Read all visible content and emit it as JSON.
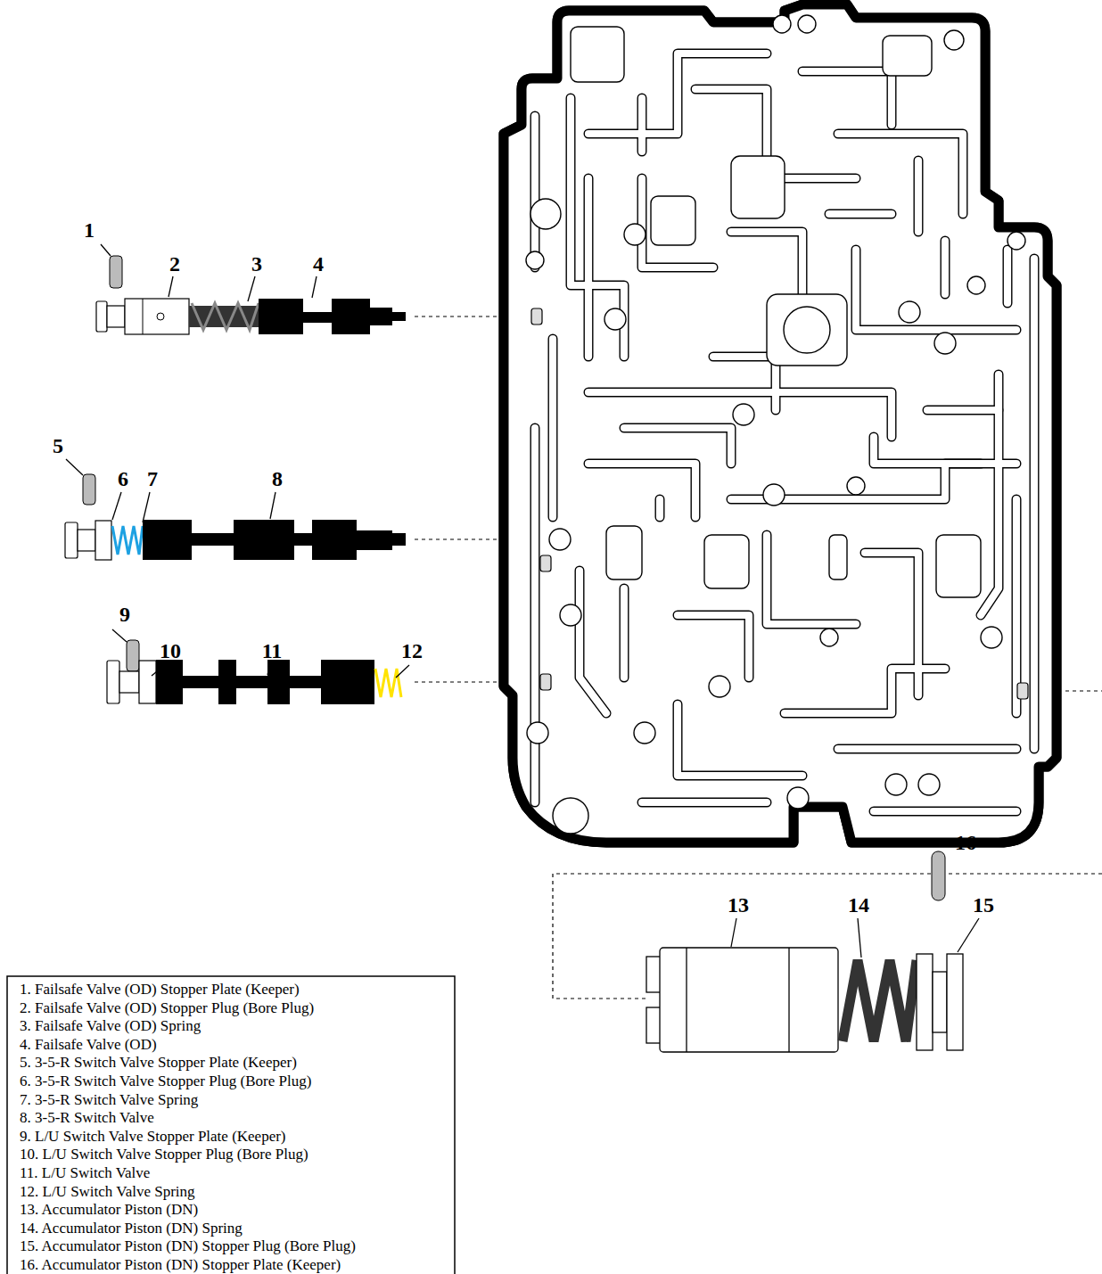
{
  "diagram": {
    "labels": [
      "1",
      "2",
      "3",
      "4",
      "5",
      "6",
      "7",
      "8",
      "9",
      "10",
      "11",
      "12",
      "16",
      "13",
      "14",
      "15",
      "1. Failsafe Valve (OD) Stopper Plate (Keeper)",
      "2. Failsafe Valve (OD) Stopper Plug (Bore Plug)",
      "3. Failsafe Valve (OD) Spring",
      "4. Failsafe Valve (OD)",
      "5. 3-5-R Switch Valve Stopper Plate (Keeper)",
      "6. 3-5-R Switch Valve Stopper Plug (Bore Plug)",
      "7. 3-5-R Switch Valve Spring",
      "8. 3-5-R Switch Valve",
      "9. L/U Switch Valve Stopper Plate (Keeper)",
      "10. L/U Switch Valve Stopper Plug (Bore Plug)",
      "11. L/U Switch Valve",
      "12. L/U Switch Valve Spring",
      "13. Accumulator Piston (DN)",
      "14. Accumulator Piston (DN) Spring",
      "15. Accumulator Piston (DN) Stopper Plug (Bore Plug)",
      "16. Accumulator Piston (DN) Stopper Plate (Keeper)"
    ]
  }
}
